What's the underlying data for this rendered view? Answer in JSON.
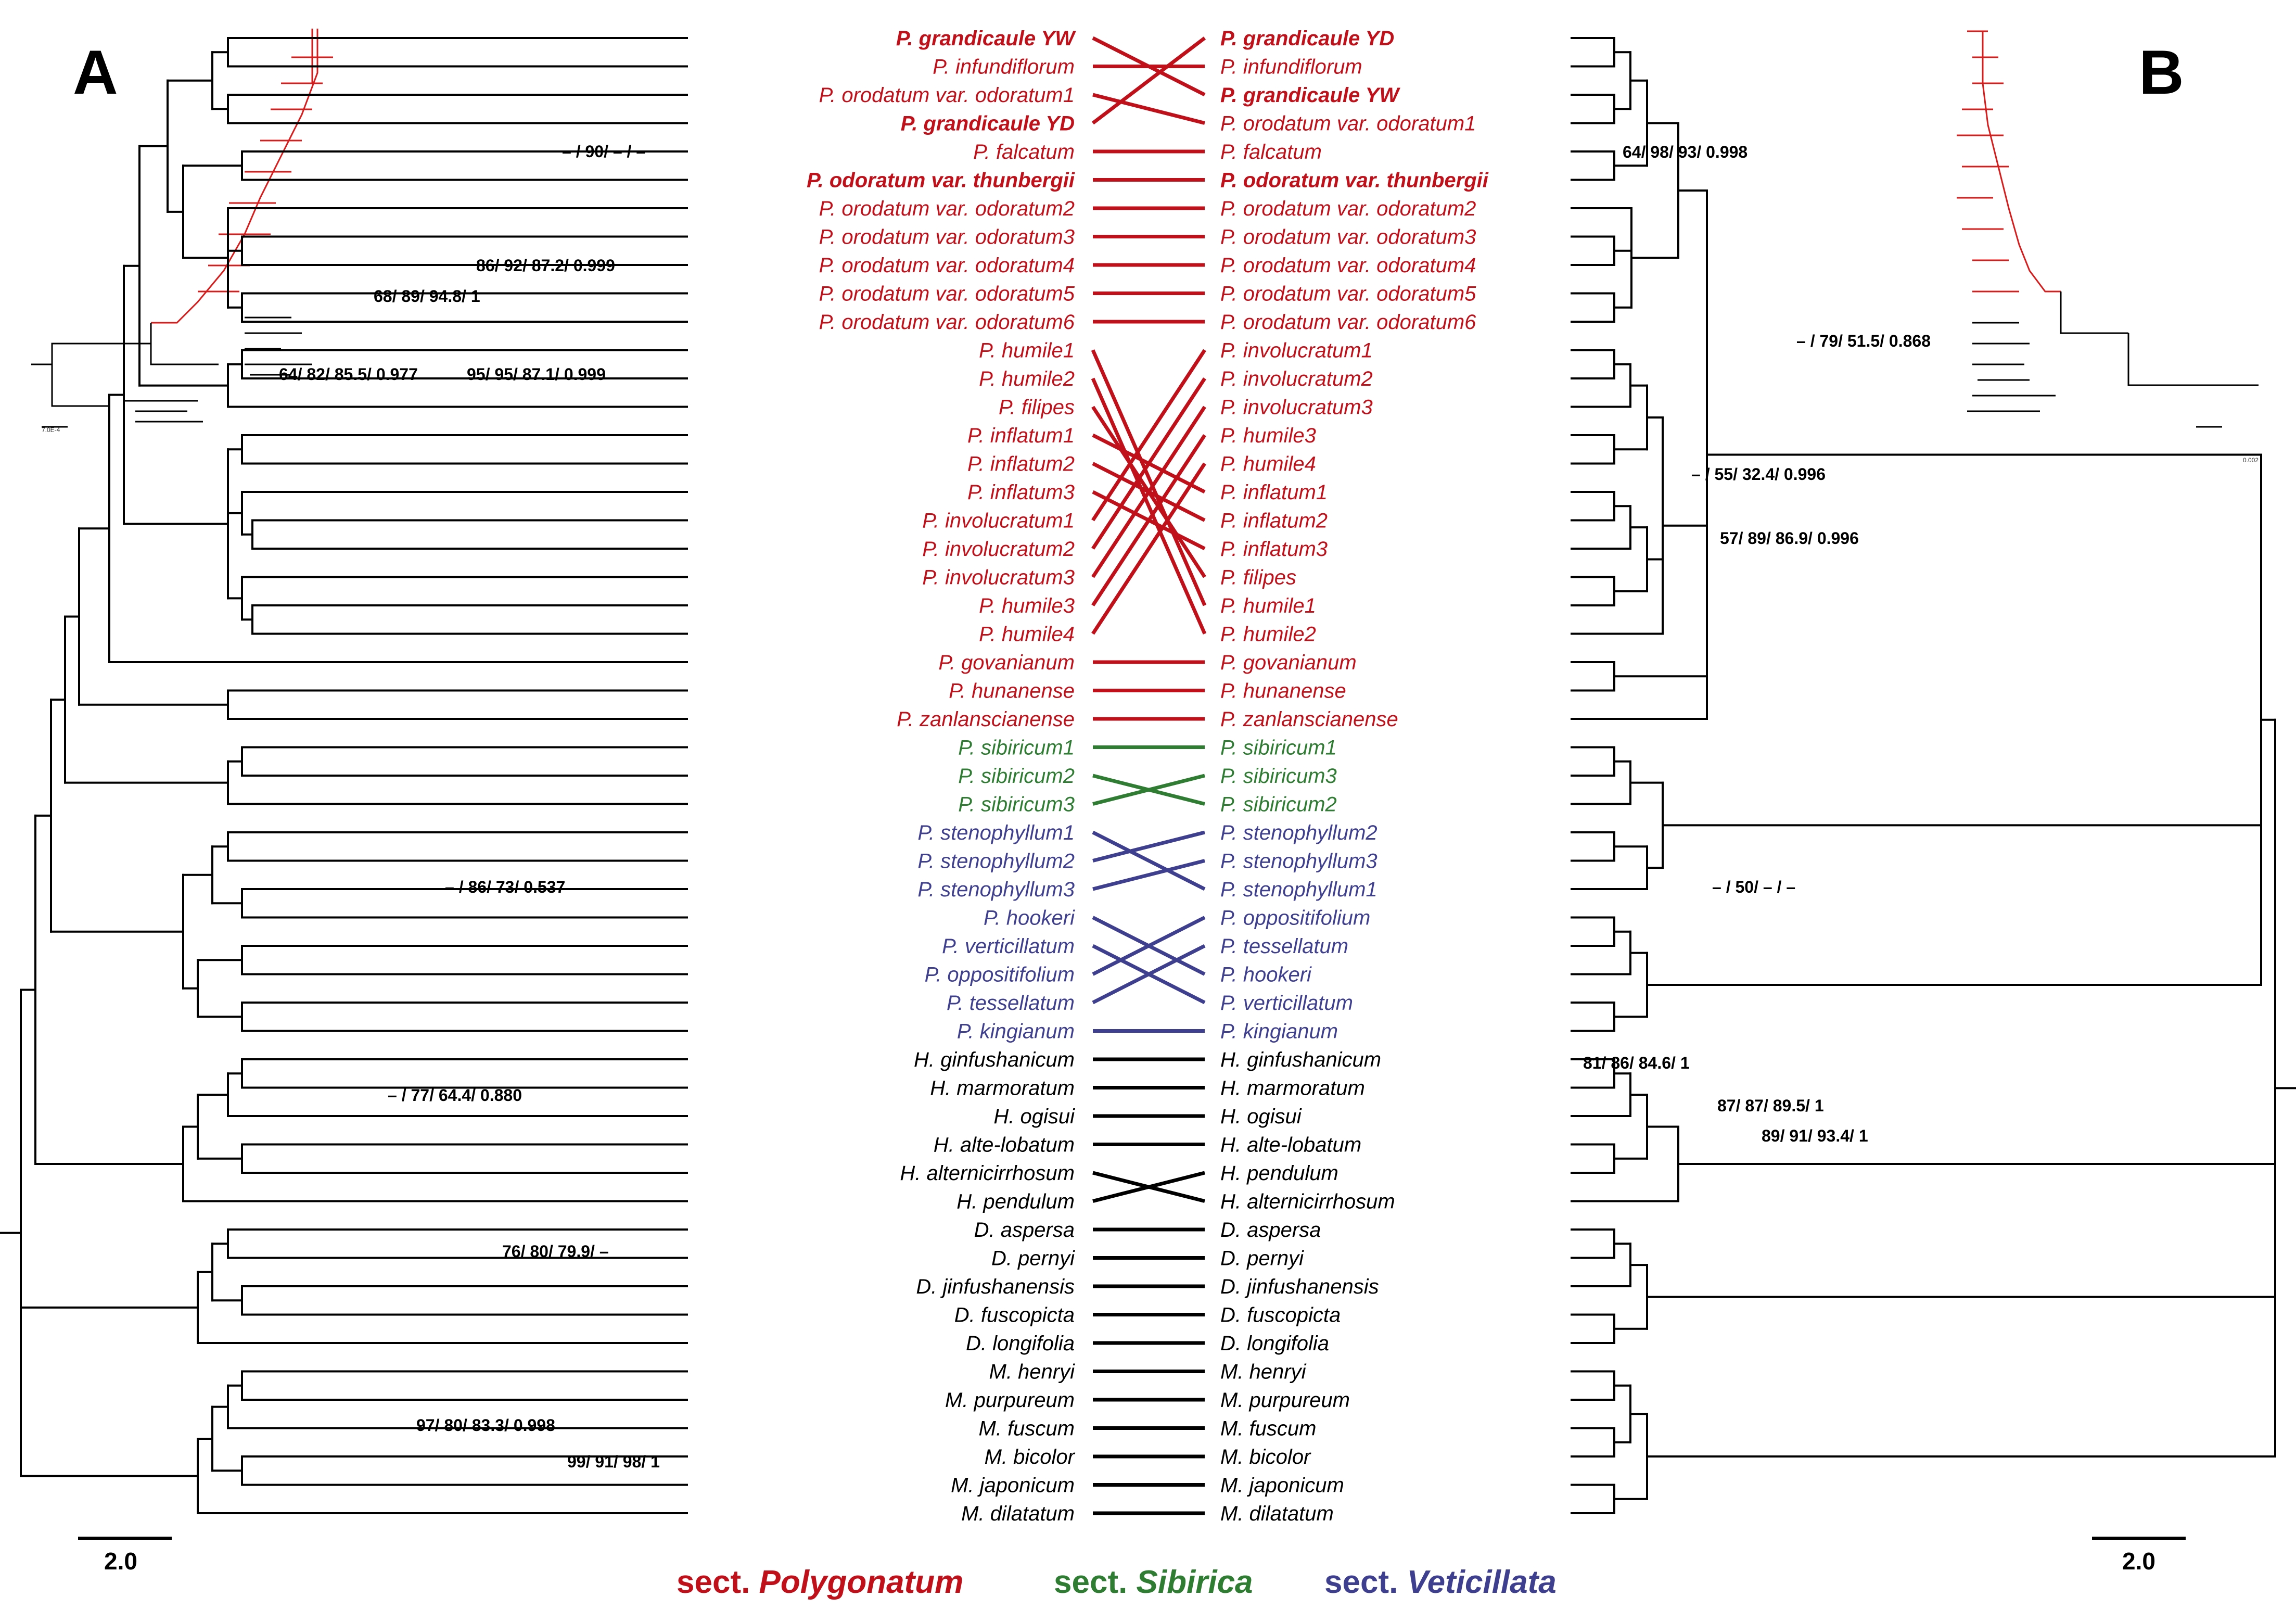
{
  "panels": {
    "left": "A",
    "right": "B"
  },
  "scale_bars": {
    "left": "2.0",
    "right": "2.0"
  },
  "thumb_scales": {
    "left": "7.0E-4",
    "right": "0.002"
  },
  "colors": {
    "polygonatum": "#c0101a",
    "sibirica": "#2e7d32",
    "veticillata": "#3f3f8f",
    "outgroup": "#000000"
  },
  "legend": [
    {
      "prefix": "sect. ",
      "name": "Polygonatum",
      "group": "polygonatum"
    },
    {
      "prefix": "sect. ",
      "name": "Sibirica",
      "group": "sibirica"
    },
    {
      "prefix": "sect. ",
      "name": "Veticillata",
      "group": "veticillata"
    }
  ],
  "left_taxa": [
    {
      "name": "P. grandicaule YW",
      "group": "polygonatum",
      "bold": true
    },
    {
      "name": "P. infundiflorum",
      "group": "polygonatum"
    },
    {
      "name": "P. orodatum var. odoratum1",
      "group": "polygonatum"
    },
    {
      "name": "P. grandicaule YD",
      "group": "polygonatum",
      "bold": true
    },
    {
      "name": "P. falcatum",
      "group": "polygonatum"
    },
    {
      "name": "P. odoratum var. thunbergii",
      "group": "polygonatum",
      "bold": true
    },
    {
      "name": "P. orodatum var. odoratum2",
      "group": "polygonatum"
    },
    {
      "name": "P. orodatum var. odoratum3",
      "group": "polygonatum"
    },
    {
      "name": "P. orodatum var. odoratum4",
      "group": "polygonatum"
    },
    {
      "name": "P. orodatum var. odoratum5",
      "group": "polygonatum"
    },
    {
      "name": "P. orodatum var. odoratum6",
      "group": "polygonatum"
    },
    {
      "name": "P. humile1",
      "group": "polygonatum"
    },
    {
      "name": "P. humile2",
      "group": "polygonatum"
    },
    {
      "name": "P. filipes",
      "group": "polygonatum"
    },
    {
      "name": "P. inflatum1",
      "group": "polygonatum"
    },
    {
      "name": "P. inflatum2",
      "group": "polygonatum"
    },
    {
      "name": "P. inflatum3",
      "group": "polygonatum"
    },
    {
      "name": "P. involucratum1",
      "group": "polygonatum"
    },
    {
      "name": "P. involucratum2",
      "group": "polygonatum"
    },
    {
      "name": "P. involucratum3",
      "group": "polygonatum"
    },
    {
      "name": "P. humile3",
      "group": "polygonatum"
    },
    {
      "name": "P. humile4",
      "group": "polygonatum"
    },
    {
      "name": "P. govanianum",
      "group": "polygonatum"
    },
    {
      "name": "P. hunanense",
      "group": "polygonatum"
    },
    {
      "name": "P. zanlanscianense",
      "group": "polygonatum"
    },
    {
      "name": "P. sibiricum1",
      "group": "sibirica"
    },
    {
      "name": "P. sibiricum2",
      "group": "sibirica"
    },
    {
      "name": "P. sibiricum3",
      "group": "sibirica"
    },
    {
      "name": "P. stenophyllum1",
      "group": "veticillata"
    },
    {
      "name": "P. stenophyllum2",
      "group": "veticillata"
    },
    {
      "name": "P. stenophyllum3",
      "group": "veticillata"
    },
    {
      "name": "P. hookeri",
      "group": "veticillata"
    },
    {
      "name": "P. verticillatum",
      "group": "veticillata"
    },
    {
      "name": "P. oppositifolium",
      "group": "veticillata"
    },
    {
      "name": "P. tessellatum",
      "group": "veticillata"
    },
    {
      "name": "P. kingianum",
      "group": "veticillata"
    },
    {
      "name": "H. ginfushanicum",
      "group": "outgroup"
    },
    {
      "name": "H. marmoratum",
      "group": "outgroup"
    },
    {
      "name": "H. ogisui",
      "group": "outgroup"
    },
    {
      "name": "H. alte-lobatum",
      "group": "outgroup"
    },
    {
      "name": "H. alternicirrhosum",
      "group": "outgroup"
    },
    {
      "name": "H. pendulum",
      "group": "outgroup"
    },
    {
      "name": "D. aspersa",
      "group": "outgroup"
    },
    {
      "name": "D. pernyi",
      "group": "outgroup"
    },
    {
      "name": "D. jinfushanensis",
      "group": "outgroup"
    },
    {
      "name": "D. fuscopicta",
      "group": "outgroup"
    },
    {
      "name": "D. longifolia",
      "group": "outgroup"
    },
    {
      "name": "M. henryi",
      "group": "outgroup"
    },
    {
      "name": "M. purpureum",
      "group": "outgroup"
    },
    {
      "name": "M. fuscum",
      "group": "outgroup"
    },
    {
      "name": "M. bicolor",
      "group": "outgroup"
    },
    {
      "name": "M. japonicum",
      "group": "outgroup"
    },
    {
      "name": "M. dilatatum",
      "group": "outgroup"
    }
  ],
  "right_taxa": [
    {
      "name": "P. grandicaule YD",
      "group": "polygonatum",
      "bold": true
    },
    {
      "name": "P. infundiflorum",
      "group": "polygonatum"
    },
    {
      "name": "P. grandicaule YW",
      "group": "polygonatum",
      "bold": true
    },
    {
      "name": "P. orodatum var. odoratum1",
      "group": "polygonatum"
    },
    {
      "name": "P. falcatum",
      "group": "polygonatum"
    },
    {
      "name": "P. odoratum var. thunbergii",
      "group": "polygonatum",
      "bold": true
    },
    {
      "name": "P. orodatum var. odoratum2",
      "group": "polygonatum"
    },
    {
      "name": "P. orodatum var. odoratum3",
      "group": "polygonatum"
    },
    {
      "name": "P. orodatum var. odoratum4",
      "group": "polygonatum"
    },
    {
      "name": "P. orodatum var. odoratum5",
      "group": "polygonatum"
    },
    {
      "name": "P. orodatum var. odoratum6",
      "group": "polygonatum"
    },
    {
      "name": "P. involucratum1",
      "group": "polygonatum"
    },
    {
      "name": "P. involucratum2",
      "group": "polygonatum"
    },
    {
      "name": "P. involucratum3",
      "group": "polygonatum"
    },
    {
      "name": "P. humile3",
      "group": "polygonatum"
    },
    {
      "name": "P. humile4",
      "group": "polygonatum"
    },
    {
      "name": "P. inflatum1",
      "group": "polygonatum"
    },
    {
      "name": "P. inflatum2",
      "group": "polygonatum"
    },
    {
      "name": "P. inflatum3",
      "group": "polygonatum"
    },
    {
      "name": "P. filipes",
      "group": "polygonatum"
    },
    {
      "name": "P. humile1",
      "group": "polygonatum"
    },
    {
      "name": "P. humile2",
      "group": "polygonatum"
    },
    {
      "name": "P. govanianum",
      "group": "polygonatum"
    },
    {
      "name": "P. hunanense",
      "group": "polygonatum"
    },
    {
      "name": "P. zanlanscianense",
      "group": "polygonatum"
    },
    {
      "name": "P. sibiricum1",
      "group": "sibirica"
    },
    {
      "name": "P. sibiricum3",
      "group": "sibirica"
    },
    {
      "name": "P. sibiricum2",
      "group": "sibirica"
    },
    {
      "name": "P. stenophyllum2",
      "group": "veticillata"
    },
    {
      "name": "P. stenophyllum3",
      "group": "veticillata"
    },
    {
      "name": "P. stenophyllum1",
      "group": "veticillata"
    },
    {
      "name": "P. oppositifolium",
      "group": "veticillata"
    },
    {
      "name": "P. tessellatum",
      "group": "veticillata"
    },
    {
      "name": "P. hookeri",
      "group": "veticillata"
    },
    {
      "name": "P. verticillatum",
      "group": "veticillata"
    },
    {
      "name": "P. kingianum",
      "group": "veticillata"
    },
    {
      "name": "H. ginfushanicum",
      "group": "outgroup"
    },
    {
      "name": "H. marmoratum",
      "group": "outgroup"
    },
    {
      "name": "H. ogisui",
      "group": "outgroup"
    },
    {
      "name": "H. alte-lobatum",
      "group": "outgroup"
    },
    {
      "name": "H. pendulum",
      "group": "outgroup"
    },
    {
      "name": "H. alternicirrhosum",
      "group": "outgroup"
    },
    {
      "name": "D. aspersa",
      "group": "outgroup"
    },
    {
      "name": "D. pernyi",
      "group": "outgroup"
    },
    {
      "name": "D. jinfushanensis",
      "group": "outgroup"
    },
    {
      "name": "D. fuscopicta",
      "group": "outgroup"
    },
    {
      "name": "D. longifolia",
      "group": "outgroup"
    },
    {
      "name": "M. henryi",
      "group": "outgroup"
    },
    {
      "name": "M. purpureum",
      "group": "outgroup"
    },
    {
      "name": "M. fuscum",
      "group": "outgroup"
    },
    {
      "name": "M. bicolor",
      "group": "outgroup"
    },
    {
      "name": "M. japonicum",
      "group": "outgroup"
    },
    {
      "name": "M. dilatatum",
      "group": "outgroup"
    }
  ],
  "left_support": [
    "– / 90/ – / –",
    "86/ 92/ 87.2/ 0.999",
    "68/ 89/ 94.8/ 1",
    "95/ 95/ 87.1/ 0.999",
    "64/ 82/ 85.5/ 0.977",
    "– / 86/ 73/ 0.537",
    "– / 77/ 64.4/ 0.880",
    "76/ 80/ 79.9/ –",
    "97/ 80/ 83.3/ 0.998",
    "99/ 91/ 98/ 1"
  ],
  "right_support": [
    "64/ 98/ 93/ 0.998",
    "– / 79/ 51.5/ 0.868",
    "– / 55/ 32.4/ 0.996",
    "57/ 89/ 86.9/ 0.996",
    "– / 50/ – / –",
    "81/ 86/ 84.6/ 1",
    "87/ 87/ 89.5/ 1",
    "89/ 91/ 93.4/ 1"
  ]
}
